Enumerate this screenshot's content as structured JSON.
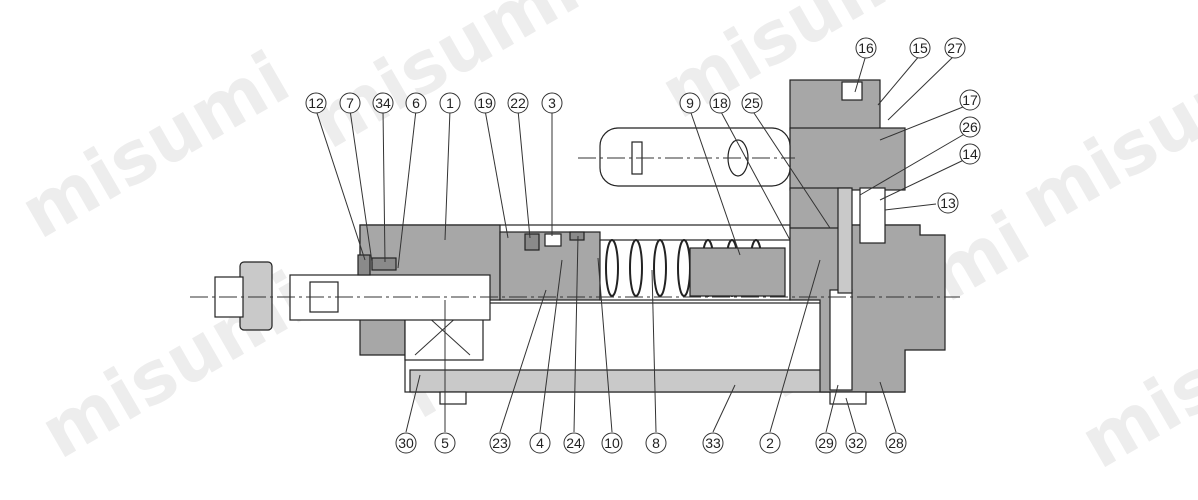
{
  "watermark": {
    "text": "misumi",
    "color": "#ececec"
  },
  "diagram": {
    "callouts_top": [
      "12",
      "7",
      "34",
      "6",
      "1",
      "19",
      "22",
      "3",
      "9",
      "18",
      "25",
      "16",
      "15",
      "27",
      "17",
      "26",
      "14",
      "13"
    ],
    "callouts_bottom": [
      "30",
      "5",
      "23",
      "4",
      "24",
      "10",
      "8",
      "33",
      "2",
      "29",
      "32",
      "28"
    ]
  }
}
